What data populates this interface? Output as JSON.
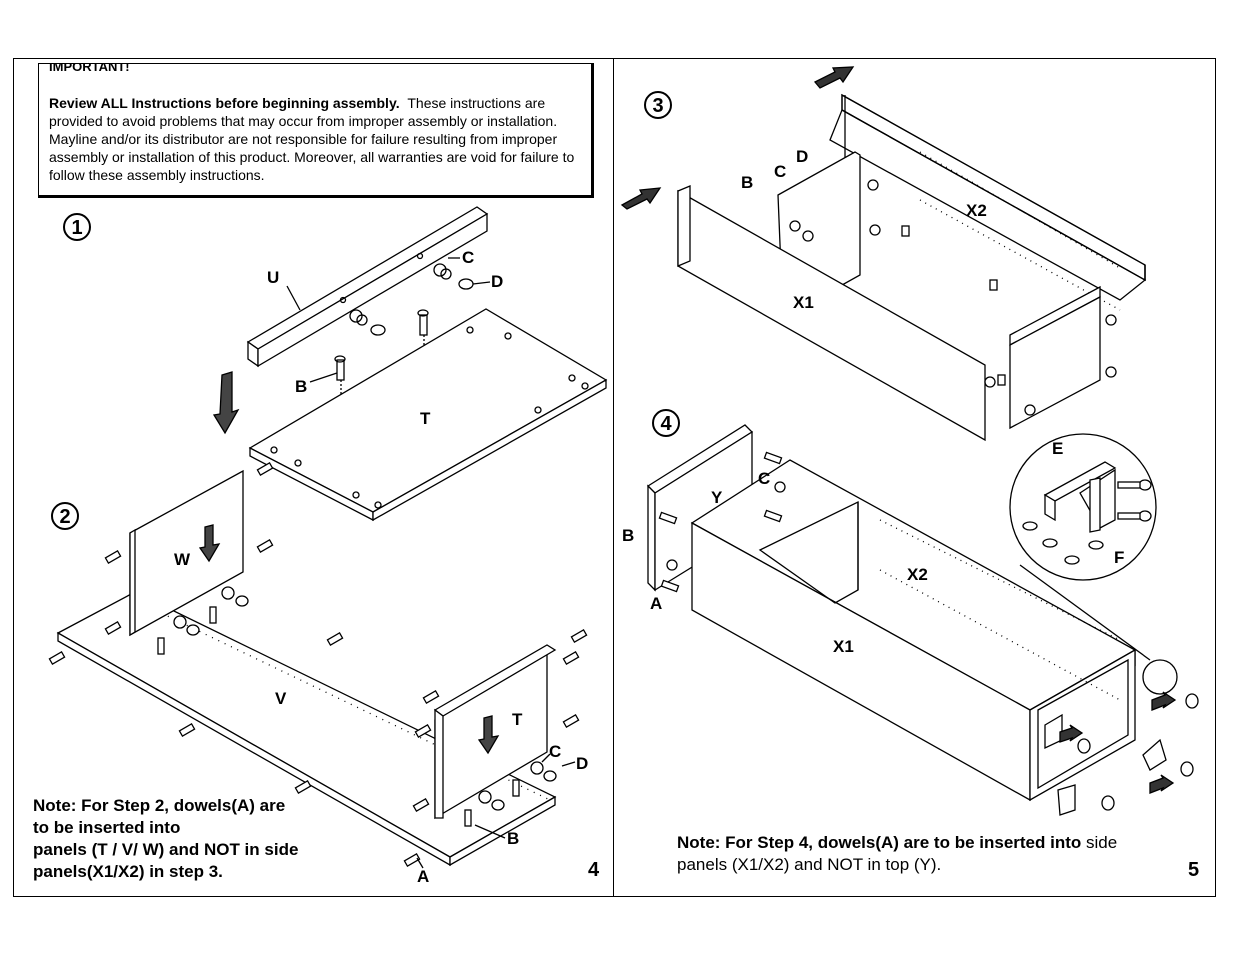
{
  "notice": {
    "heading": "IMPORTANT!",
    "lead": "Review ALL Instructions before beginning assembly.",
    "text": "These instructions are provided to avoid problems that may occur from improper assembly or installation. Mayline and/or its distributor are not responsible for failure resulting from improper assembly or installation of this product.  Moreover, all warranties are void for failure to follow these assembly instructions."
  },
  "steps": {
    "s1": "1",
    "s2": "2",
    "s3": "3",
    "s4": "4"
  },
  "labels": {
    "U": "U",
    "C": "C",
    "D": "D",
    "B": "B",
    "T": "T",
    "W": "W",
    "V": "V",
    "A": "A",
    "X1": "X1",
    "X2": "X2",
    "Y": "Y",
    "E": "E",
    "F": "F"
  },
  "notes": {
    "left": [
      "Note: For Step 2, dowels(A) are",
      "to be inserted into",
      "panels (T / V/ W) and NOT in side",
      "panels(X1/X2) in step 3."
    ],
    "right_bold": "Note: For Step 4, dowels(A) are to be inserted into",
    "right_rest1": " side",
    "right_line2": "panels (X1/X2) and NOT in top (Y)."
  },
  "page_numbers": {
    "left": "4",
    "right": "5"
  }
}
